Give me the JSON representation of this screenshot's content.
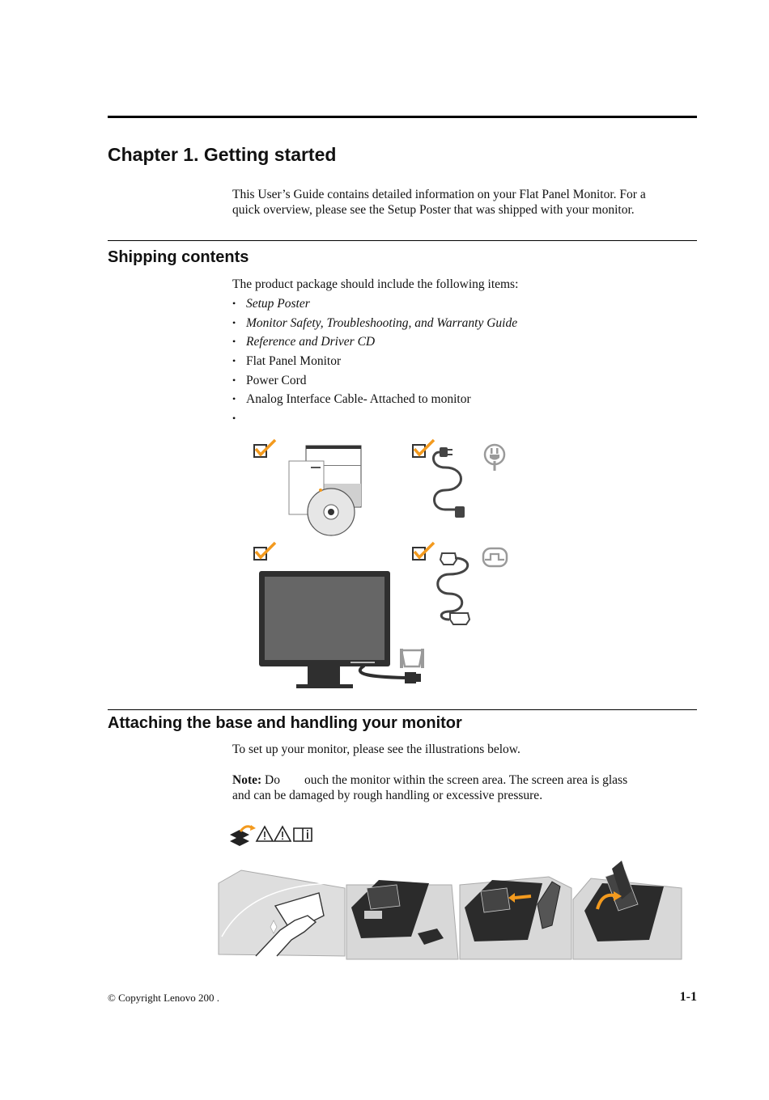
{
  "chapter": {
    "title": "Chapter 1. Getting started",
    "intro_line1": "This User’s Guide contains detailed information on your Flat Panel Monitor.  For a",
    "intro_line2": "quick overview, please see the Setup Poster that was shipped with your monitor."
  },
  "shipping": {
    "title": "Shipping contents",
    "lead": "The product package should include the following items:",
    "items": [
      {
        "text": "Setup Poster",
        "italic": true
      },
      {
        "text": "Monitor Safety, Troubleshooting, and Warranty Guide",
        "italic": true
      },
      {
        "text": "Reference and Driver CD",
        "italic": true
      },
      {
        "text": "Flat Panel Monitor",
        "italic": false
      },
      {
        "text": "Power Cord",
        "italic": false
      },
      {
        "text": "Analog Interface Cable- Attached to monitor",
        "italic": false
      },
      {
        "text": "",
        "italic": false
      }
    ],
    "bullet": "•"
  },
  "attaching": {
    "title": "Attaching the base and handling your monitor",
    "lead": "To set up your monitor, please see the illustrations below.",
    "note_label": "Note:",
    "note_part1": "Do",
    "note_part2": "ouch the monitor within the screen area. The screen area is glass",
    "note_line2": "and can be damaged by rough handling or excessive pressure."
  },
  "footer": {
    "copyright": "© Copyright Lenovo 200 .",
    "page_number": "1-1"
  },
  "colors": {
    "accent_orange": "#f39a1e",
    "dark_gray": "#3a3a3a",
    "mid_gray": "#6a6a6a",
    "light_gray": "#cfcfcf"
  }
}
